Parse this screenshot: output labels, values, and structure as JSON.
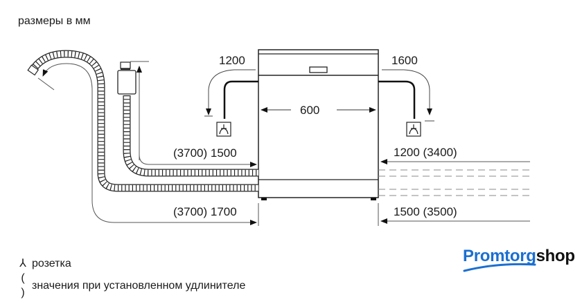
{
  "header": {
    "title": "размеры в мм"
  },
  "dimensions": {
    "left_power_cord": "1200",
    "right_power_cord": "1600",
    "width": "600",
    "left_inlet_hose": "(3700) 1500",
    "left_drain_hose": "(3700) 1700",
    "right_inlet_hose": "1200 (3400)",
    "right_drain_hose": "1500 (3500)"
  },
  "legend": {
    "items": [
      {
        "symbol": "socket-icon",
        "symbol_char": "⅄",
        "text": "розетка"
      },
      {
        "symbol": "parentheses",
        "symbol_char": "( )",
        "text": "значения при установленном удлинителе"
      }
    ]
  },
  "logo": {
    "part1": "Promtorg",
    "part2": "shop",
    "accent": "#1b6fd1"
  },
  "colors": {
    "line": "#1a1a1a",
    "thin_line": "#555555",
    "dashed": "#888888"
  }
}
